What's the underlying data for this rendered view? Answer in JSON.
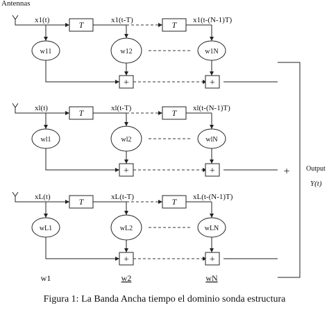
{
  "header": {
    "antennas_label": "Antennas"
  },
  "rows": [
    {
      "x0": "x1(t)",
      "x1": "x1(t-T)",
      "xN": "x1(t-(N-1)T)",
      "w1": "w11",
      "w2": "w12",
      "wN": "w1N"
    },
    {
      "x0": "xl(t)",
      "x1": "xl(t-T)",
      "xN": "xl(t-(N-1)T)",
      "w1": "wl1",
      "w2": "wl2",
      "wN": "wlN"
    },
    {
      "x0": "xL(t)",
      "x1": "xL(t-T)",
      "xN": "xL(t-(N-1)T)",
      "w1": "wL1",
      "w2": "wL2",
      "wN": "wLN"
    }
  ],
  "delay_label": "T",
  "adder_symbol": "+",
  "column_labels": [
    "w1",
    "w2",
    "wN"
  ],
  "output": {
    "label": "Output",
    "signal": "Y(t)"
  },
  "caption": "Figura 1: La Banda Ancha tiempo el dominio sonda estructura"
}
